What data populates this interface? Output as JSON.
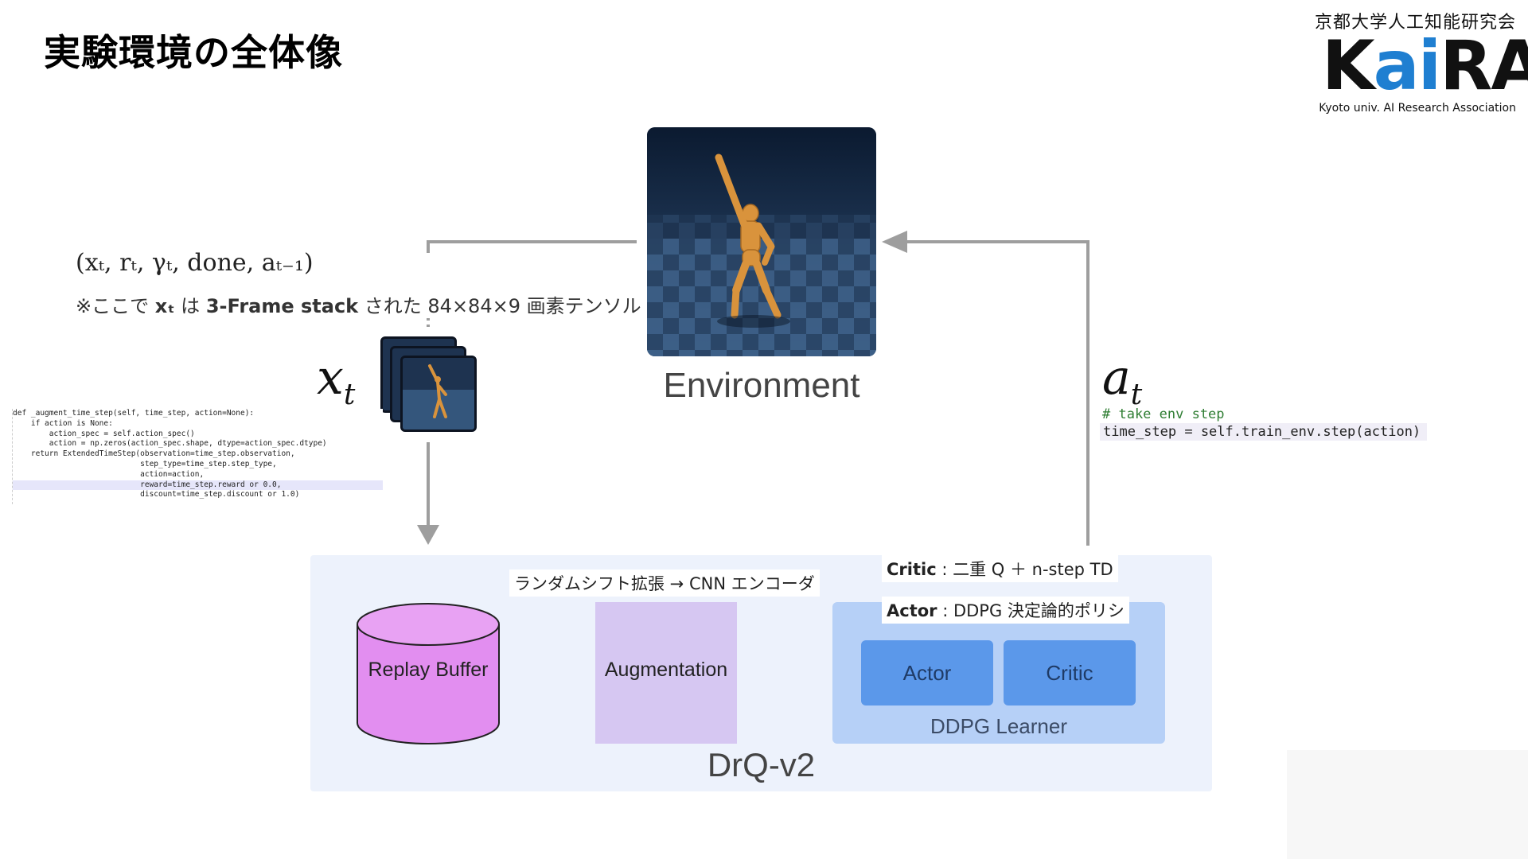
{
  "slide": {
    "title": "実験環境の全体像"
  },
  "logo": {
    "org_name": "京都大学人工知能研究会",
    "wordmark_k": "K",
    "wordmark_ai": "ai",
    "wordmark_ra": "RA",
    "tagline": "Kyoto univ. AI Research Association",
    "accent_color": "#1f7fd1"
  },
  "environment": {
    "label": "Environment"
  },
  "observation": {
    "tuple": "(xₜ, rₜ, γₜ, done, aₜ₋₁)",
    "note_prefix": "※ここで ",
    "note_var": "xₜ",
    "note_mid": " は ",
    "note_bold": "3-Frame stack",
    "note_suffix": " された 84×84×9 画素テンソル",
    "symbol": "x",
    "symbol_sub": "t"
  },
  "code_left": {
    "lines": [
      "def _augment_time_step(self, time_step, action=None):",
      "    if action is None:",
      "        action_spec = self.action_spec()",
      "        action = np.zeros(action_spec.shape, dtype=action_spec.dtype)",
      "    return ExtendedTimeStep(observation=time_step.observation,",
      "                            step_type=time_step.step_type,",
      "                            action=action,",
      "                            reward=time_step.reward or 0.0,",
      "                            discount=time_step.discount or 1.0)"
    ]
  },
  "action": {
    "symbol": "a",
    "symbol_sub": "t",
    "comment": "# take env step",
    "code": "time_step = self.train_env.step(action)"
  },
  "drq": {
    "label": "DrQ-v2",
    "replay_buffer": "Replay Buffer",
    "augmentation": "Augmentation",
    "augmentation_caption": "ランダムシフト拡張 → CNN エンコーダ",
    "learner": "DDPG Learner",
    "actor": "Actor",
    "critic": "Critic",
    "critic_caption_bold": "Critic",
    "critic_caption_rest": " : 二重 Q ＋ n-step TD",
    "actor_caption_bold": "Actor",
    "actor_caption_rest": " : DDPG 決定論的ポリシ",
    "colors": {
      "panel": "#edf2fc",
      "replay_buffer": "#e28ef0",
      "augmentation": "#d6c7f2",
      "learner": "#b6d0f7",
      "actor_critic": "#5b98ea"
    }
  }
}
